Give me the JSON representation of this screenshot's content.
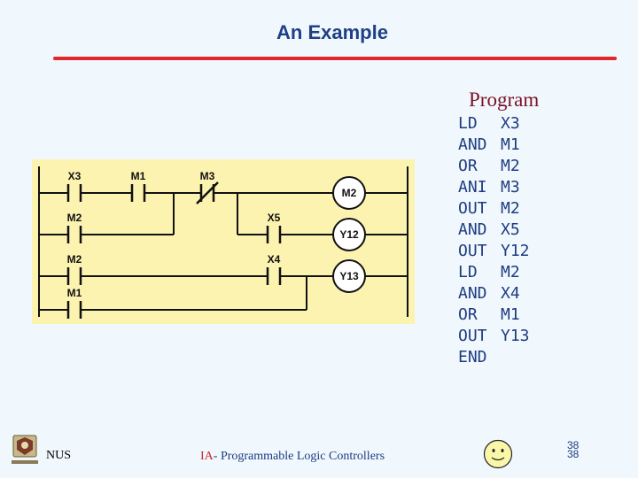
{
  "slide": {
    "title": "An Example"
  },
  "program": {
    "heading": "Program",
    "instructions": [
      {
        "op": "LD",
        "arg": "X3"
      },
      {
        "op": "AND",
        "arg": "M1"
      },
      {
        "op": "OR",
        "arg": "M2"
      },
      {
        "op": "ANI",
        "arg": "M3"
      },
      {
        "op": "OUT",
        "arg": "M2"
      },
      {
        "op": "AND",
        "arg": "X5"
      },
      {
        "op": "OUT",
        "arg": "Y12"
      },
      {
        "op": "LD",
        "arg": "M2"
      },
      {
        "op": "AND",
        "arg": "X4"
      },
      {
        "op": "OR",
        "arg": "M1"
      },
      {
        "op": "OUT",
        "arg": "Y13"
      },
      {
        "op": "END",
        "arg": ""
      }
    ]
  },
  "ladder": {
    "contacts": {
      "x3": "X3",
      "m1_top": "M1",
      "m3": "M3",
      "m2_branch": "M2",
      "x5": "X5",
      "m2_rung2": "M2",
      "x4": "X4",
      "m1_branch": "M1"
    },
    "coils": {
      "m2": "M2",
      "y12": "Y12",
      "y13": "Y13"
    }
  },
  "footer": {
    "org": "NUS",
    "course_prefix": "IA",
    "course_rest": "- Programmable Logic Controllers",
    "page_number": "38",
    "page_number_shadow": "38"
  },
  "colors": {
    "title": "#1f3f86",
    "rule": "#e0282e",
    "program_heading": "#7b1026",
    "program_text": "#1e3b80",
    "ladder_bg": "#fdf3b0",
    "smiley": "#fbf7a8"
  },
  "icons": {
    "logo": "university-crest-icon",
    "smiley": "smiley-face-icon"
  }
}
